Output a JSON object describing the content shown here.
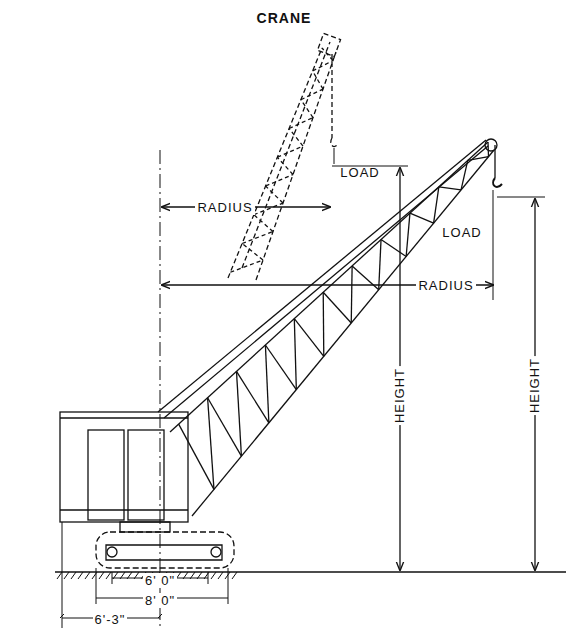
{
  "diagram": {
    "title": "CRANE",
    "labels": [
      "RADIUS",
      "LOAD",
      "LOAD",
      "RADIUS",
      "HEIGHT",
      "HEIGHT",
      "6' 0\"",
      "8' 0\"",
      "6'-3\""
    ]
  }
}
